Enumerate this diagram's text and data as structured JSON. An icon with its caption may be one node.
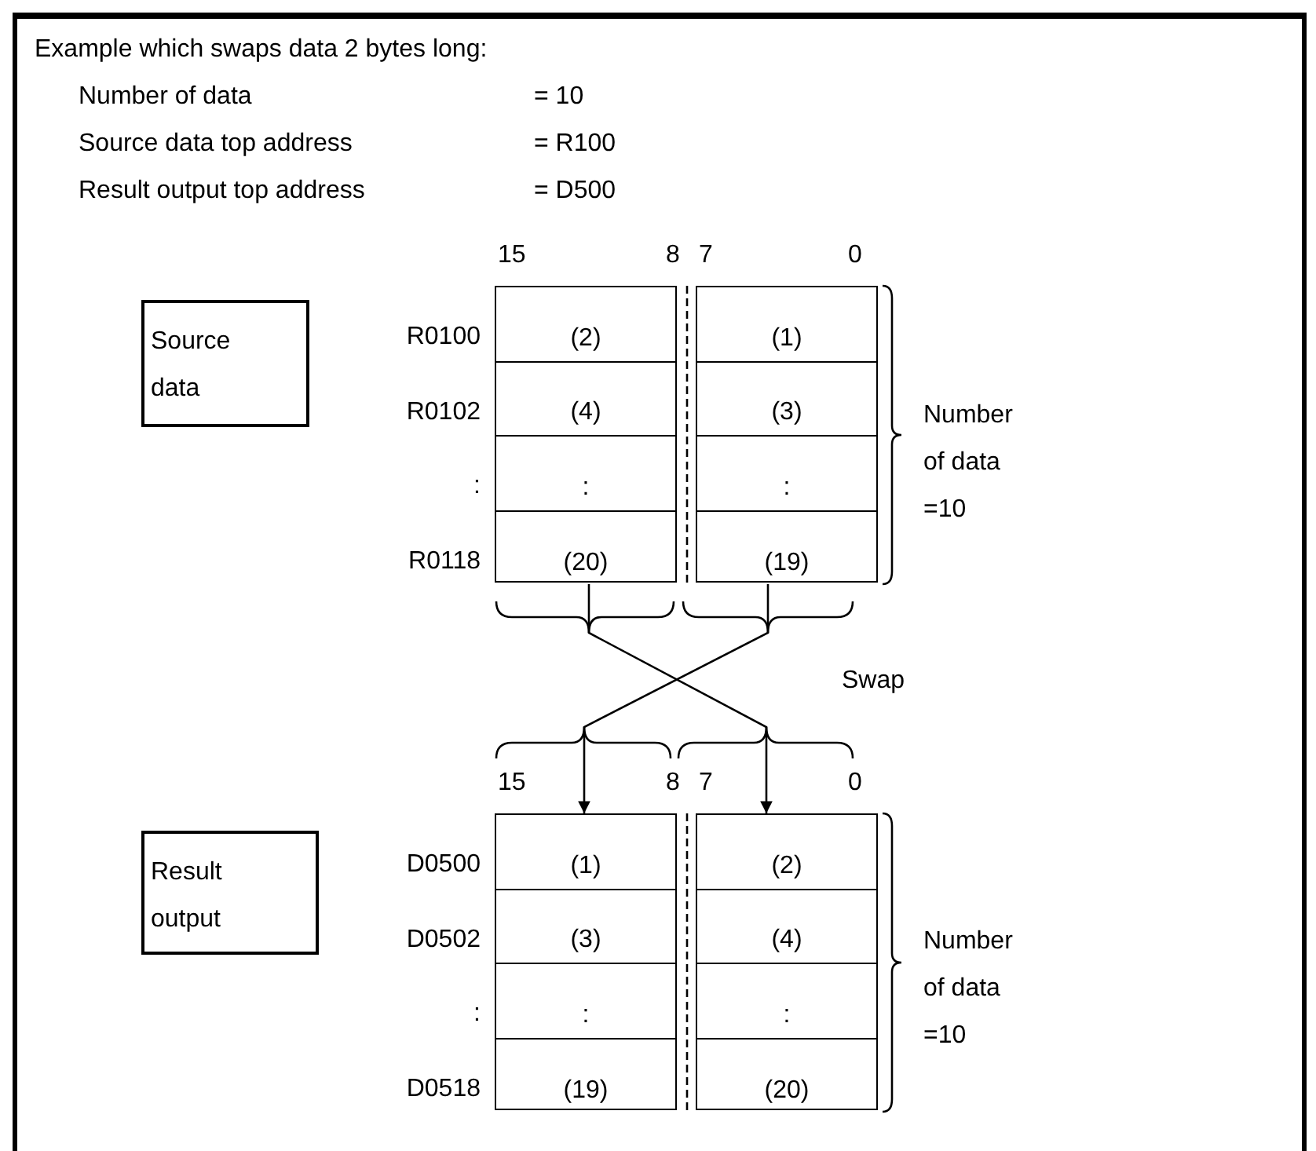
{
  "diagram": {
    "nodes": [
      {
        "text": [
          "Source data"
        ]
      },
      {
        "text": [],
        "shape": "box"
      },
      {
        "text": [
          "(2)"
        ],
        "in": 1
      },
      {
        "text": [
          "(4)"
        ],
        "in": 1
      },
      {
        "text": [
          ":"
        ],
        "in": 1
      },
      {
        "text": [
          "(20)"
        ],
        "in": 1
      },
      {
        "text": [],
        "shape": "box"
      },
      {
        "text": [
          "(1)"
        ],
        "in": 6
      },
      {
        "text": [
          "(3)"
        ],
        "in": 6
      },
      {
        "text": [
          ":"
        ],
        "in": 6
      },
      {
        "text": [
          "(19)"
        ],
        "in": 6
      },
      {
        "text": [
          "Result output"
        ]
      },
      {
        "text": [],
        "shape": "box"
      },
      {
        "text": [
          "(1)"
        ],
        "in": 12
      },
      {
        "text": [
          "(3)"
        ],
        "in": 12
      },
      {
        "text": [
          ":"
        ],
        "in": 12
      },
      {
        "text": [
          "(19)"
        ],
        "in": 12
      },
      {
        "text": [],
        "shape": "box"
      },
      {
        "text": [
          "(2)"
        ],
        "in": 17
      },
      {
        "text": [
          "(4)"
        ],
        "in": 17
      },
      {
        "text": [
          ":"
        ],
        "in": 17
      },
      {
        "text": [
          "(20)"
        ],
        "in": 17
      }
    ],
    "edges": [
      {
        "from": 1,
        "to": 17,
        "arrow": "to"
      },
      {
        "from": 6,
        "to": 12,
        "arrow": "to"
      }
    ],
    "labels": [
      "Example which swaps data 2 bytes long:",
      "Number of data",
      "= 10",
      "Source data top address",
      "= R100",
      "Result output top address",
      "= D500",
      "15",
      "8",
      "7",
      "0",
      "R0100",
      "R0102",
      ":",
      "R0118",
      "Number of data =10",
      "Swap",
      "15",
      "8",
      "7",
      "0",
      "D0500",
      "D0502",
      ":",
      "D0518",
      "Number of data =10"
    ]
  }
}
